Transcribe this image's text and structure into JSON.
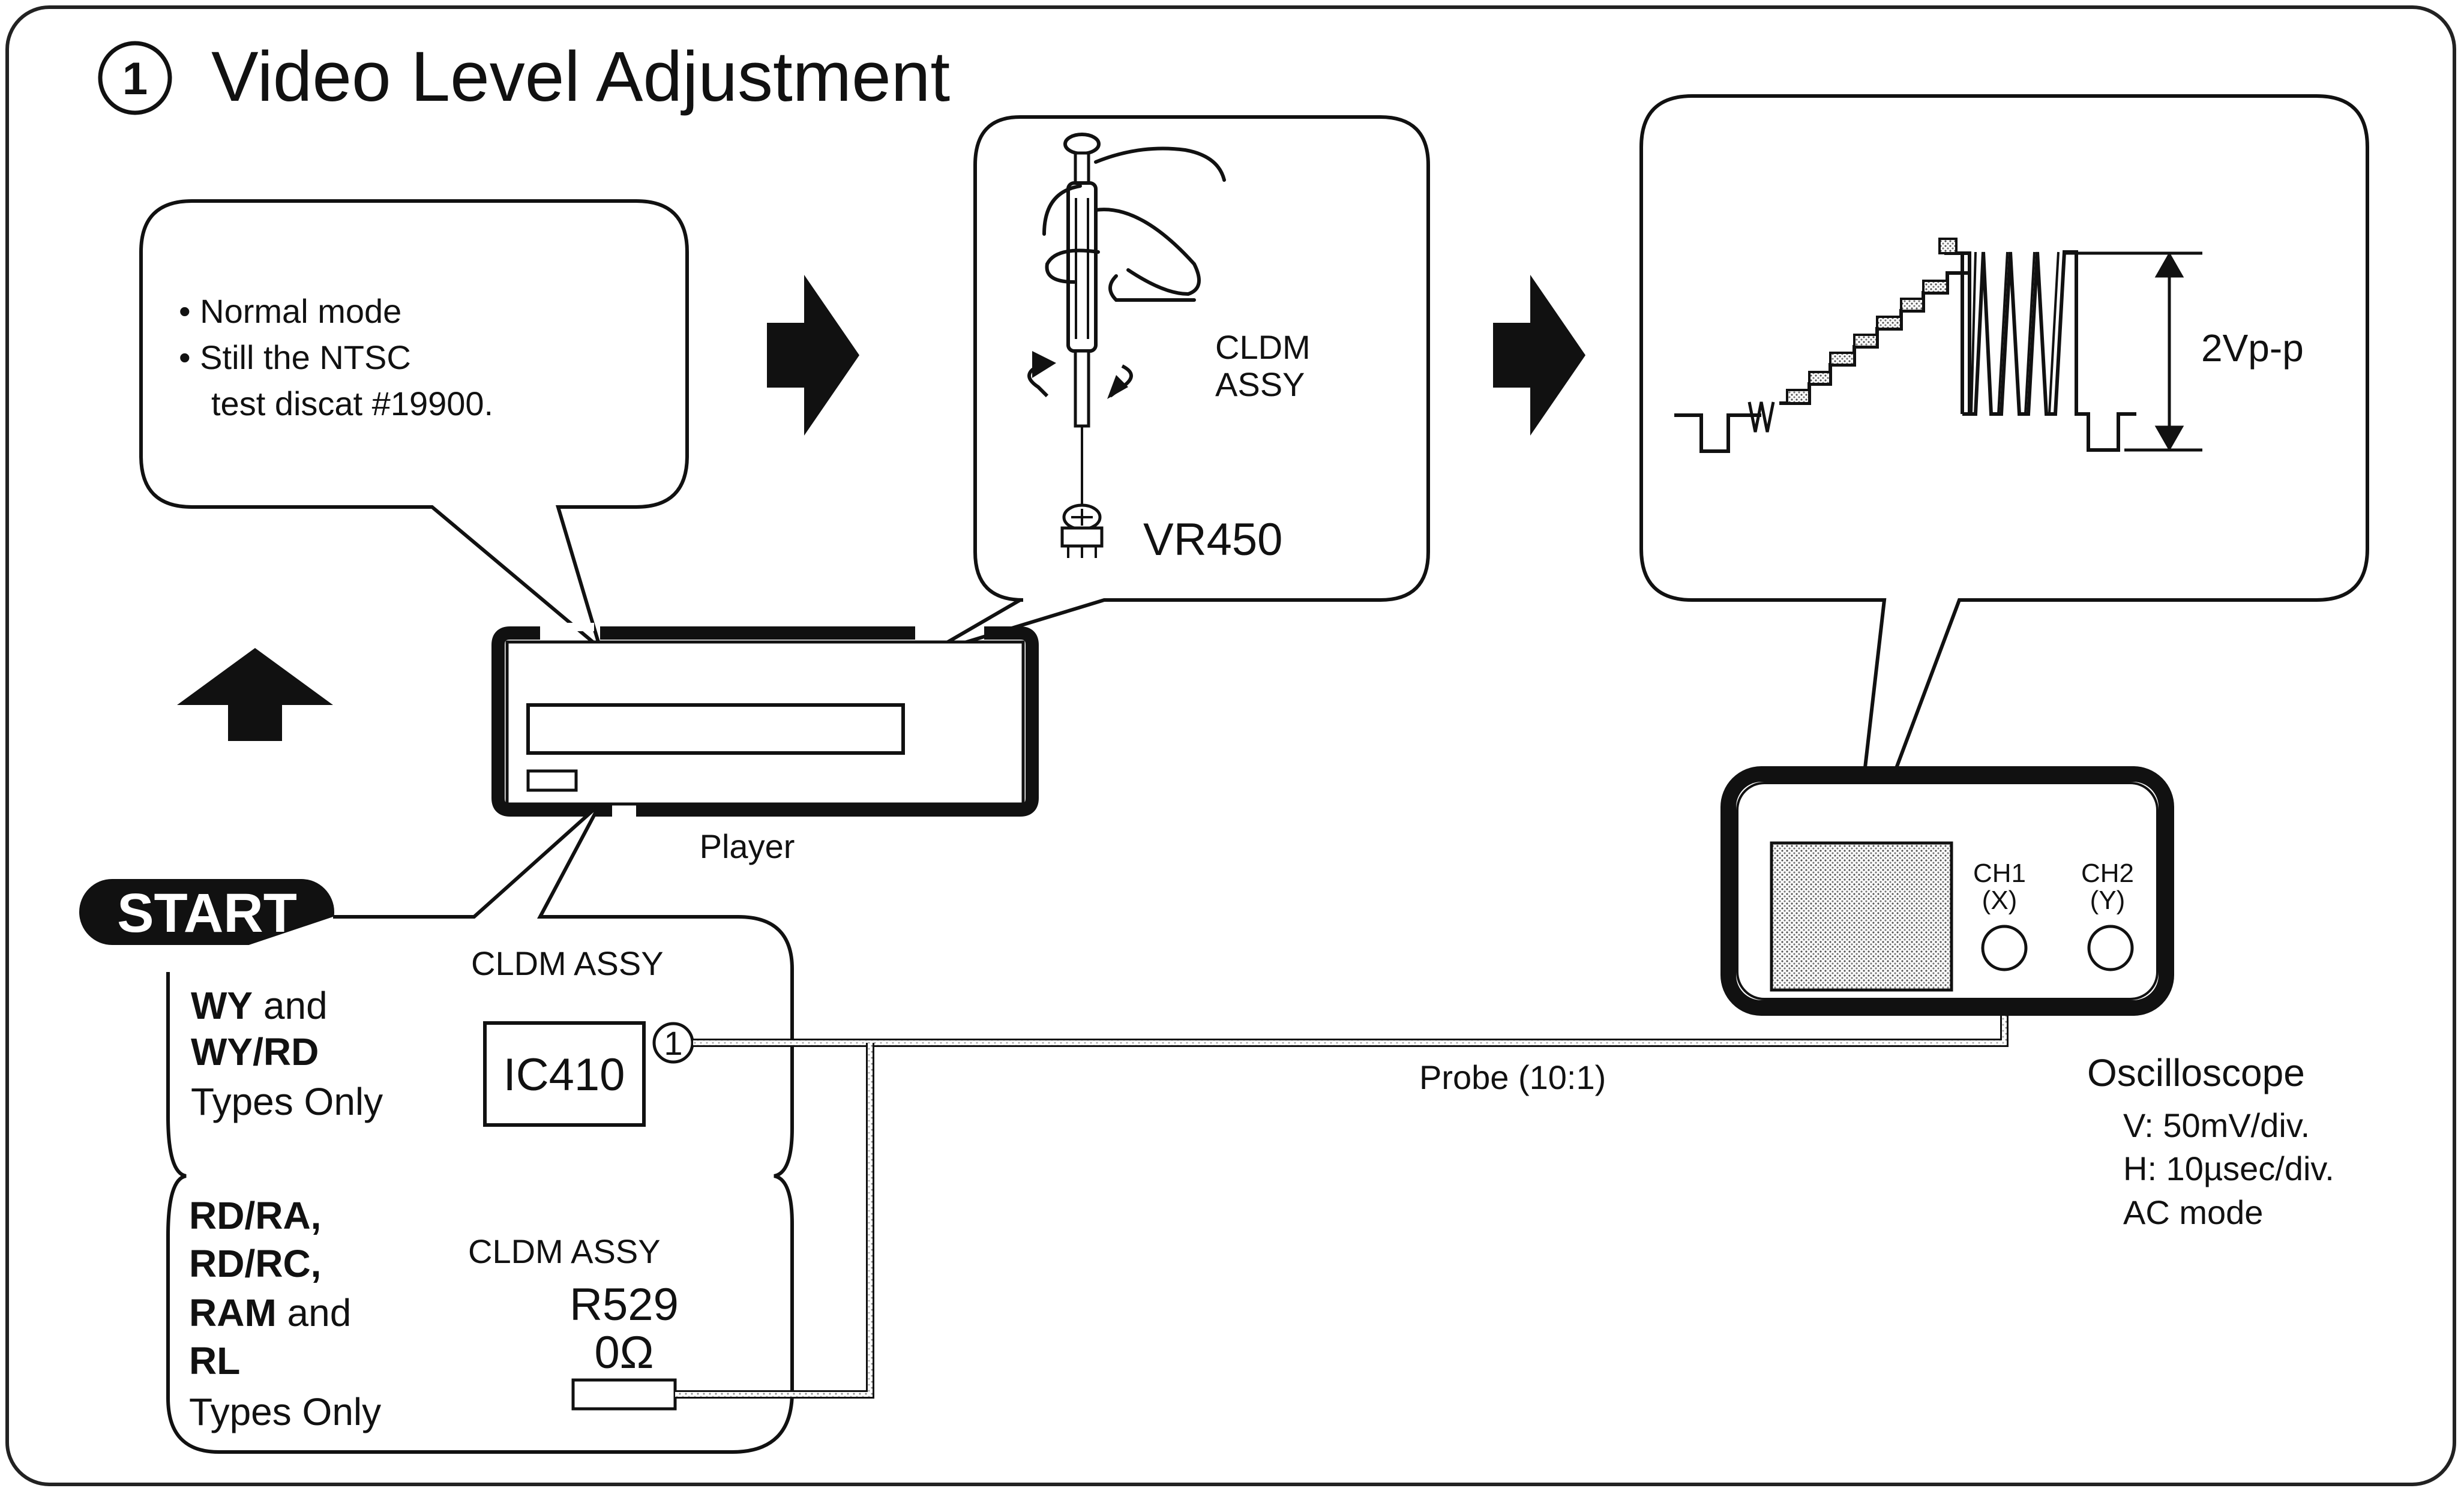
{
  "title": {
    "step_number": "1",
    "text": "Video Level Adjustment"
  },
  "bubble_mode": {
    "line1": "• Normal mode",
    "line2": "• Still the NTSC",
    "line3": "test discat #19900."
  },
  "bubble_adjust": {
    "assy_line1": "CLDM",
    "assy_line2": "ASSY",
    "vr_label": "VR450"
  },
  "bubble_waveform": {
    "amplitude_label": "2Vp-p"
  },
  "player": {
    "label": "Player"
  },
  "start_badge": {
    "label": "START"
  },
  "panel_wy": {
    "assy_label": "CLDM  ASSY",
    "types_line1_bold": "WY",
    "types_line1_rest": " and",
    "types_line2_bold": "WY/RD",
    "types_line3": "Types Only",
    "ic_label": "IC410",
    "pin_marker": "1"
  },
  "panel_rd": {
    "assy_label": "CLDM  ASSY",
    "line1": "RD/RA,",
    "line2": "RD/RC,",
    "line3_bold": "RAM",
    "line3_rest": " and",
    "line4": "RL",
    "line5": "Types Only",
    "resistor_label": "R529",
    "resistor_value": "0Ω"
  },
  "probe": {
    "label": "Probe (10:1)"
  },
  "oscilloscope": {
    "ch1_line1": "CH1",
    "ch1_line2": "(X)",
    "ch2_line1": "CH2",
    "ch2_line2": "(Y)",
    "label": "Oscilloscope",
    "setting_v": "V: 50mV/div.",
    "setting_h": "H: 10µsec/div.",
    "setting_mode": "AC mode"
  }
}
